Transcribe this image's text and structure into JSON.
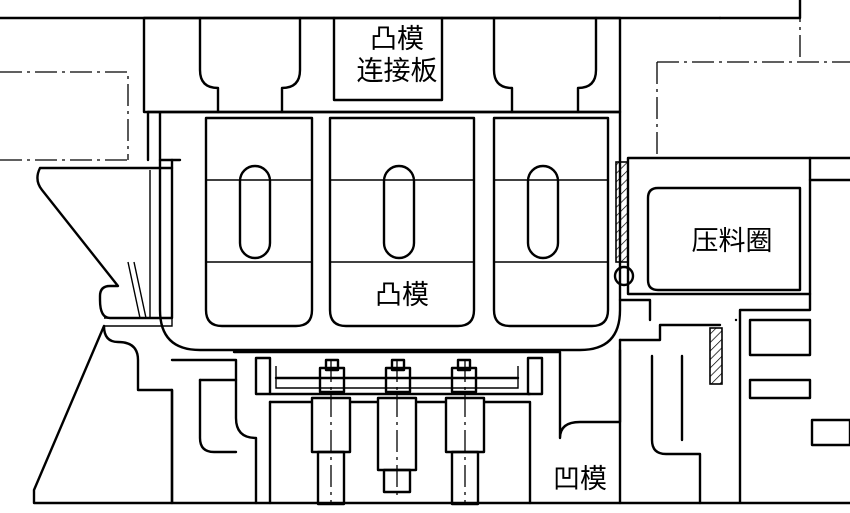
{
  "labels": {
    "punch_connecting_plate_line1": "凸模",
    "punch_connecting_plate_line2": "连接板",
    "blank_holder": "压料圈",
    "punch": "凸模",
    "die": "凹模"
  }
}
